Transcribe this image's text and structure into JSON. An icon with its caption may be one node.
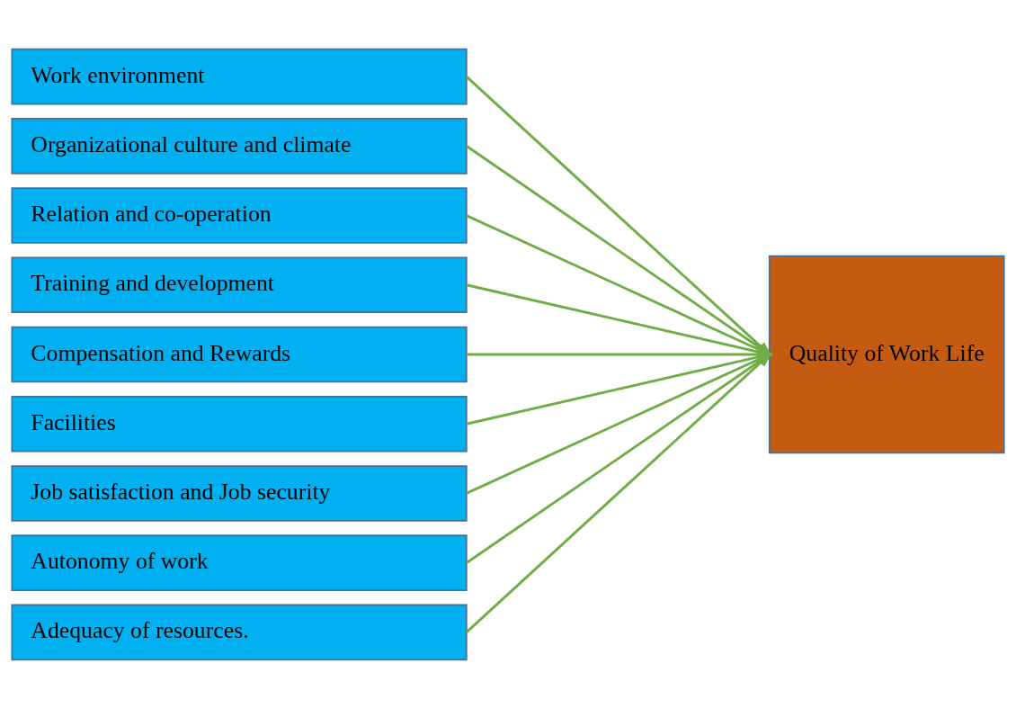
{
  "diagram": {
    "nodes": [
      {
        "text": [
          "Work environment"
        ]
      },
      {
        "text": [
          "Organizational culture and climate"
        ]
      },
      {
        "text": [
          "Relation and co-operation"
        ]
      },
      {
        "text": [
          "Training and development"
        ]
      },
      {
        "text": [
          "Compensation and Rewards"
        ]
      },
      {
        "text": [
          "Facilities"
        ]
      },
      {
        "text": [
          "Job satisfaction and Job security"
        ]
      },
      {
        "text": [
          "Autonomy of work"
        ]
      },
      {
        "text": [
          "Adequacy of resources."
        ]
      },
      {
        "text": [
          "Quality of Work Life"
        ]
      }
    ],
    "edges": [
      {
        "from": 0,
        "to": 9,
        "arrow": "to"
      },
      {
        "from": 1,
        "to": 9,
        "arrow": "to"
      },
      {
        "from": 2,
        "to": 9,
        "arrow": "to"
      },
      {
        "from": 3,
        "to": 9,
        "arrow": "to"
      },
      {
        "from": 4,
        "to": 9,
        "arrow": "to"
      },
      {
        "from": 5,
        "to": 9,
        "arrow": "to"
      },
      {
        "from": 6,
        "to": 9,
        "arrow": "to"
      },
      {
        "from": 7,
        "to": 9,
        "arrow": "to"
      },
      {
        "from": 8,
        "to": 9,
        "arrow": "to"
      }
    ]
  }
}
